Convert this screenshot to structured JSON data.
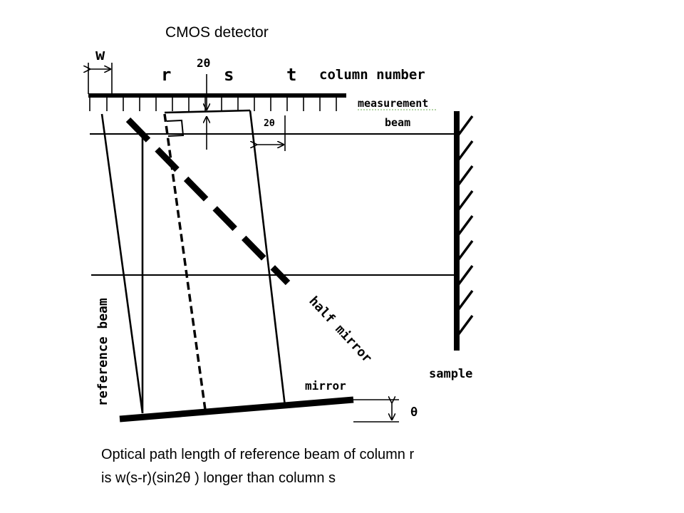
{
  "title": "CMOS detector",
  "labels": {
    "w": "w",
    "two_theta_top": "2θ",
    "r": "r",
    "s": "s",
    "t": "t",
    "column_number": "column number",
    "measurement": "measurement",
    "beam": "beam",
    "two_theta_side": "2θ",
    "reference_beam": "reference beam",
    "half_mirror": "half mirror",
    "mirror": "mirror",
    "sample": "sample",
    "theta": "θ"
  },
  "caption": {
    "line1": "Optical path length of reference beam of  column r",
    "line2": "is w(s-r)(sin2θ ) longer than column s"
  }
}
